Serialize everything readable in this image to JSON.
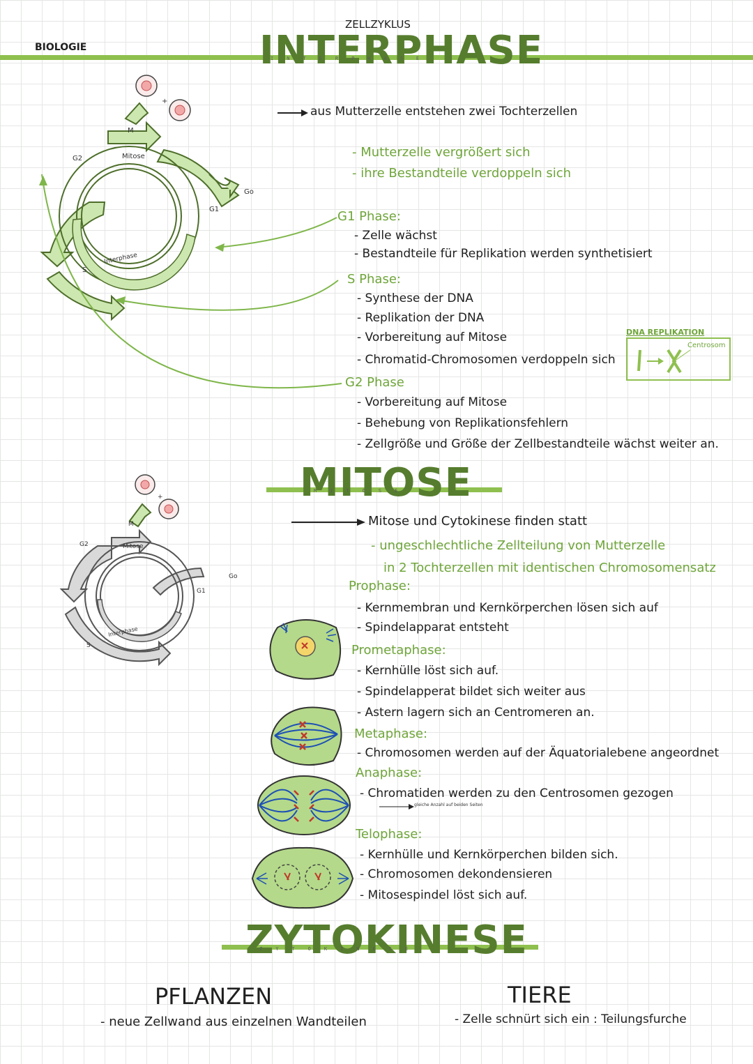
{
  "header": {
    "subject": "BIOLOGIE",
    "topic": "ZELLZYKLUS",
    "interphase_title": "INTERPHASE",
    "interphase_spaced": "INTERPHASE"
  },
  "cycle_labels": {
    "m": "M",
    "g2": "G2",
    "mitose": "Mitose",
    "g1": "G1",
    "g0": "Go",
    "s": "S",
    "interphase": "Interphase",
    "plus": "+"
  },
  "interphase": {
    "intro": "aus Mutterzelle entstehen zwei Tochterzellen",
    "points": [
      "- Mutterzelle vergrößert sich",
      "- ihre Bestandteile verdoppeln sich"
    ],
    "g1": {
      "title": "G1 Phase:",
      "items": [
        "- Zelle wächst",
        "- Bestandteile für Replikation werden synthetisiert"
      ]
    },
    "s": {
      "title": "S Phase:",
      "items": [
        "- Synthese der DNA",
        "- Replikation der DNA",
        "- Vorbereitung auf Mitose",
        "- Chromatid-Chromosomen verdoppeln sich"
      ]
    },
    "dna_box": {
      "title": "DNA REPLIKATION",
      "label": "Centrosom"
    },
    "g2": {
      "title": "G2 Phase",
      "items": [
        "- Vorbereitung auf Mitose",
        "- Behebung von Replikationsfehlern",
        "- Zellgröße und Größe der Zellbestandteile wächst weiter an."
      ]
    }
  },
  "mitose": {
    "title": "MITOSE",
    "spaced": "MITOSE",
    "intro": "Mitose und Cytokinese finden statt",
    "desc1": "- ungeschlechtliche Zellteilung von Mutterzelle",
    "desc2": "in 2 Tochterzellen mit identischen Chromosomensatz",
    "prophase": {
      "title": "Prophase:",
      "items": [
        "- Kernmembran und Kernkörperchen lösen sich auf",
        "- Spindelapparat entsteht"
      ]
    },
    "prometaphase": {
      "title": "Prometaphase:",
      "items": [
        "- Kernhülle löst sich auf.",
        "- Spindelapperat bildet sich weiter aus",
        "- Astern lagern sich an Centromeren an."
      ]
    },
    "metaphase": {
      "title": "Metaphase:",
      "items": [
        "- Chromosomen werden auf der Äquatorialebene angeordnet"
      ]
    },
    "anaphase": {
      "title": "Anaphase:",
      "items": [
        "- Chromatiden werden zu den Centrosomen gezogen"
      ],
      "note": "gleiche Anzahl auf beiden Seiten"
    },
    "telophase": {
      "title": "Telophase:",
      "items": [
        "- Kernhülle und Kernkörperchen bilden sich.",
        "- Chromosomen dekondensieren",
        "- Mitosespindel löst sich auf."
      ]
    }
  },
  "zytokinese": {
    "title": "ZYTOKINESE",
    "spaced": "ZYTOKINESE",
    "pflanzen": {
      "title": "PFLANZEN",
      "text": "- neue Zellwand aus einzelnen Wandteilen"
    },
    "tiere": {
      "title": "TIERE",
      "text": "- Zelle schnürt sich ein : Teilungsfurche"
    }
  },
  "colors": {
    "green_dark": "#567d2e",
    "green_light": "#b9dc8f",
    "green_bar": "#8fc04f",
    "gray_cycle": "#c9c9c9",
    "cell_fill": "#b4d98a"
  }
}
